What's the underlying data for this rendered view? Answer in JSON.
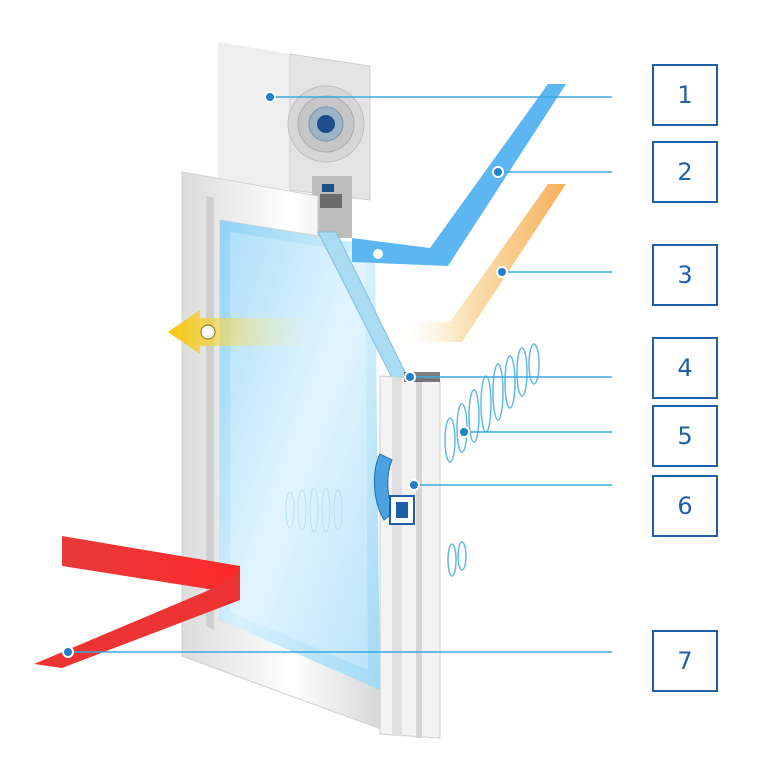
{
  "colors": {
    "accent": "#1f5fa8",
    "leader": "#3aa9e0",
    "glass": "#bfe6fb",
    "cold_arrow": "#5cb6f2",
    "warm_arrow": "#f7b15a",
    "heat_arrow": "#e83a3a"
  },
  "callouts": [
    {
      "number": "1",
      "icon": "roller-shutter-box"
    },
    {
      "number": "2",
      "icon": "cold-air-arrow"
    },
    {
      "number": "3",
      "icon": "warm-air-arrow"
    },
    {
      "number": "4",
      "icon": "seal-gasket"
    },
    {
      "number": "5",
      "icon": "noise-wave"
    },
    {
      "number": "6",
      "icon": "window-handle"
    },
    {
      "number": "7",
      "icon": "heat-arrow"
    }
  ]
}
